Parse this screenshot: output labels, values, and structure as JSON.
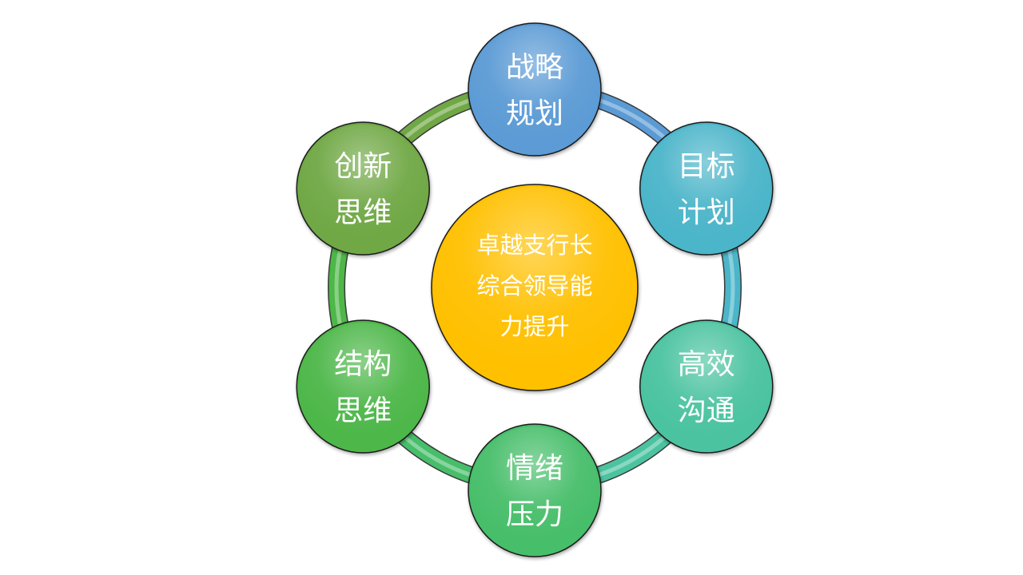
{
  "center": {
    "lines": [
      "卓越支行长",
      "综合领导能",
      "力提升"
    ],
    "color": "#FFC000"
  },
  "nodes": [
    {
      "id": "strategy-planning",
      "lines": [
        "战略",
        "规划"
      ],
      "color": "#5B9BD5"
    },
    {
      "id": "goal-planning",
      "lines": [
        "目标",
        "计划"
      ],
      "color": "#4BB5C9"
    },
    {
      "id": "efficient-communication",
      "lines": [
        "高效",
        "沟通"
      ],
      "color": "#4CC3A0"
    },
    {
      "id": "emotional-pressure",
      "lines": [
        "情绪",
        "压力"
      ],
      "color": "#47BE6A"
    },
    {
      "id": "structured-thinking",
      "lines": [
        "结构",
        "思维"
      ],
      "color": "#4DB748"
    },
    {
      "id": "innovative-thinking",
      "lines": [
        "创新",
        "思维"
      ],
      "color": "#70A845"
    }
  ]
}
